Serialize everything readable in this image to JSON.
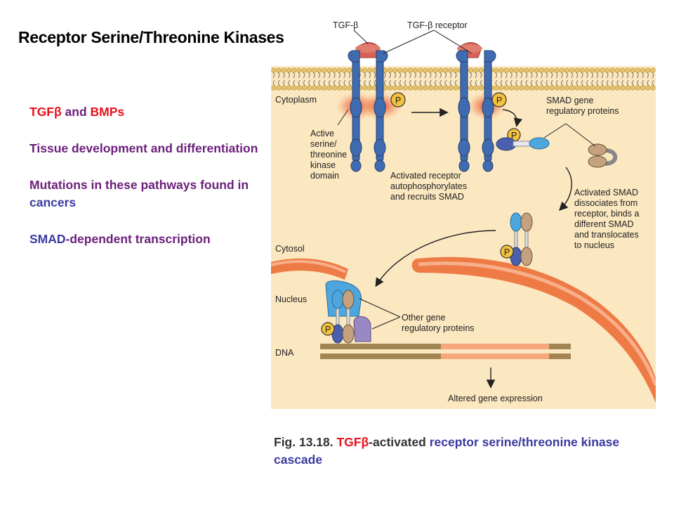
{
  "page": {
    "title": "Receptor Serine/Threonine Kinases"
  },
  "bullets": {
    "b1_part1": "TGF",
    "b1_beta": "β",
    "b1_part2": " and ",
    "b1_part3": "BMPs",
    "b2": "Tissue development and differentiation",
    "b3_part1": "Mutations in these pathways found in ",
    "b3_part2": "cancers",
    "b4_part1": "SMAD",
    "b4_part2": "-dependent transcription"
  },
  "caption": {
    "part1": "Fig. 13.18. ",
    "part2": "TGF",
    "beta": "β",
    "part3": "-activated ",
    "part4": "receptor serine/threonine kinase cascade"
  },
  "diagram": {
    "label_tgfb": "TGF-β",
    "label_tgfb_receptor": "TGF-β receptor",
    "label_cytoplasm": "Cytoplasm",
    "label_active_1": "Active",
    "label_active_2": "serine/",
    "label_active_3": "threonine",
    "label_active_4": "kinase",
    "label_active_5": "domain",
    "label_activated_receptor_1": "Activated receptor",
    "label_activated_receptor_2": "autophosphorylates",
    "label_activated_receptor_3": "and recruits SMAD",
    "label_smad_gene_1": "SMAD gene",
    "label_smad_gene_2": "regulatory proteins",
    "label_activated_smad_1": "Activated SMAD",
    "label_activated_smad_2": "dissociates from",
    "label_activated_smad_3": "receptor, binds a",
    "label_activated_smad_4": "different SMAD",
    "label_activated_smad_5": "and translocates",
    "label_activated_smad_6": "to nucleus",
    "label_cytosol": "Cytosol",
    "label_nucleus": "Nucleus",
    "label_other_gene_1": "Other gene",
    "label_other_gene_2": "regulatory proteins",
    "label_dna": "DNA",
    "label_altered": "Altered gene expression",
    "phospho": "P"
  },
  "colors": {
    "background": "#fbe7c0",
    "receptor": "#3f6bb0",
    "ligand": "#d6625a",
    "membrane_lipid": "#e8c46c",
    "nuclear_envelope": "#ee7b45",
    "phospho_fill": "#f3c23c",
    "smad_blue": "#4da6dd",
    "smad_tan": "#c4a27f",
    "dna_dark": "#a38453",
    "dna_light": "#f6a77c"
  }
}
